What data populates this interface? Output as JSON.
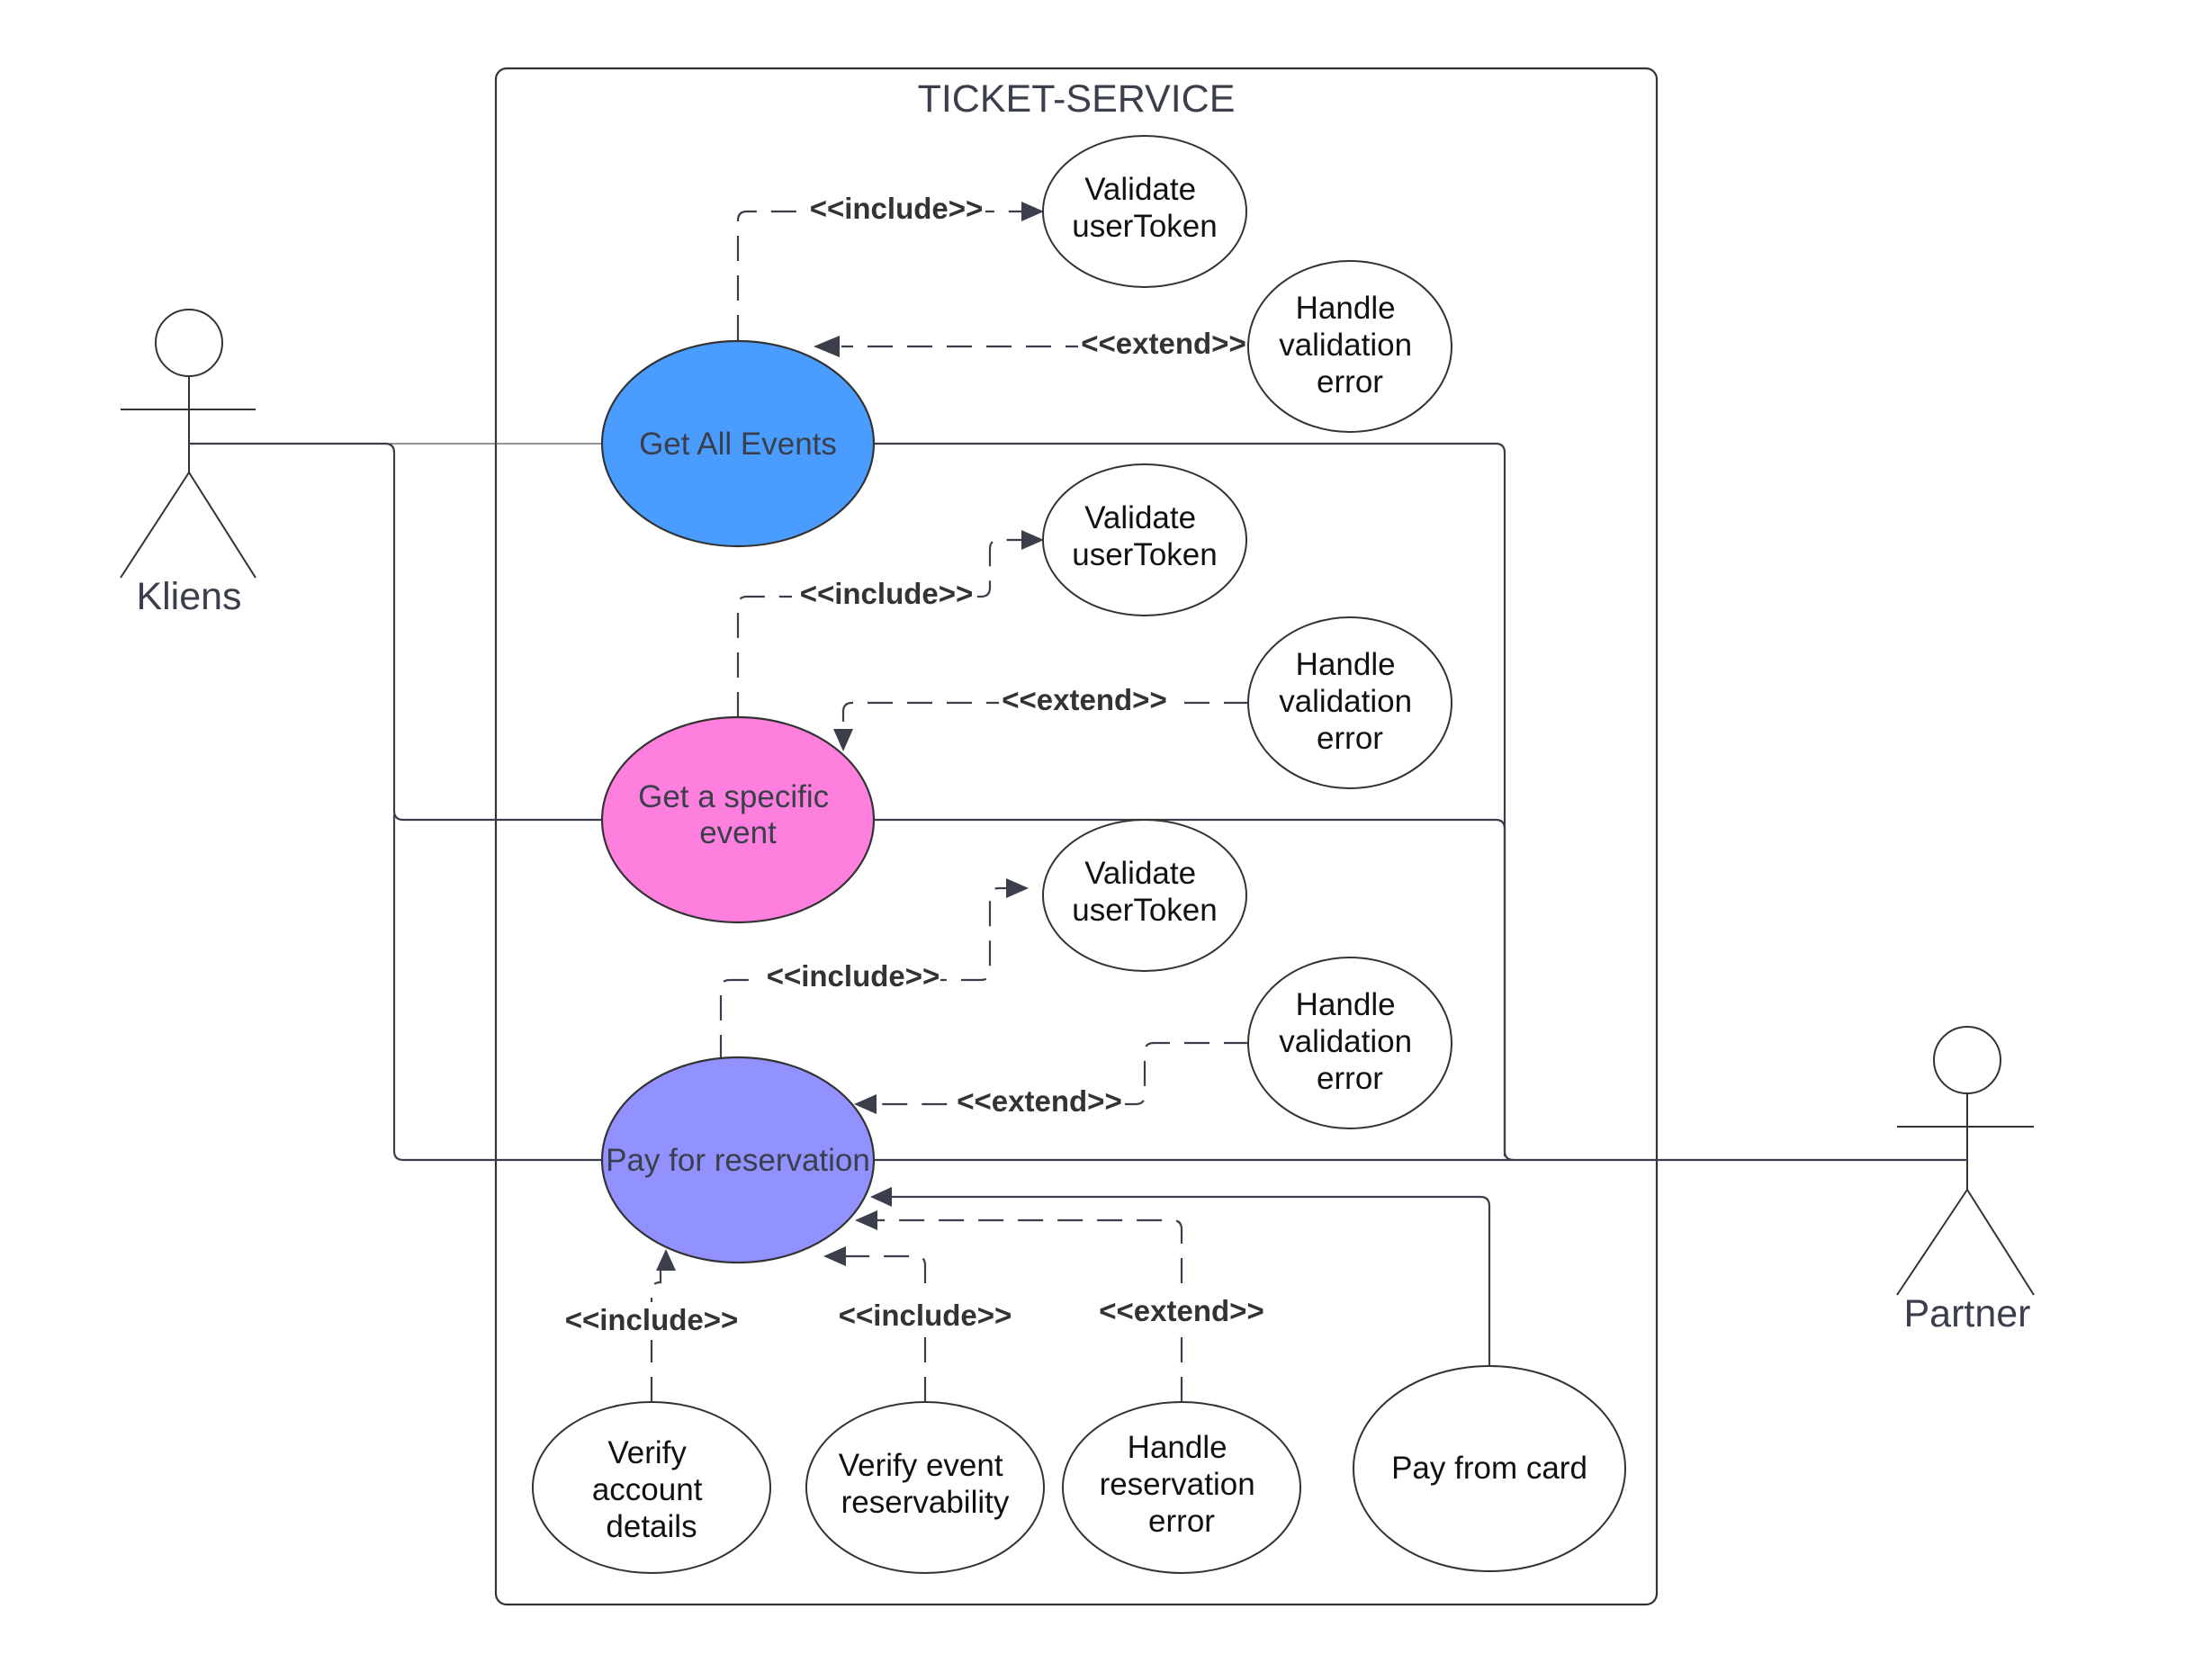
{
  "system": {
    "title": "TICKET-SERVICE"
  },
  "actors": {
    "left": "Kliens",
    "right": "Partner"
  },
  "colors": {
    "get_all_events": "#4a9dff",
    "get_specific_event": "#ff7fdf",
    "pay_for_reservation": "#9191ff"
  },
  "use_cases": {
    "get_all_events": "Get All Events",
    "get_specific_event": [
      "Get a specific",
      "event"
    ],
    "pay_for_reservation": "Pay for reservation",
    "validate_token_1": [
      "Validate",
      "userToken"
    ],
    "validate_token_2": [
      "Validate",
      "userToken"
    ],
    "validate_token_3": [
      "Validate",
      "userToken"
    ],
    "handle_validation_error_1": [
      "Handle",
      "validation",
      "error"
    ],
    "handle_validation_error_2": [
      "Handle",
      "validation",
      "error"
    ],
    "handle_validation_error_3": [
      "Handle",
      "validation",
      "error"
    ],
    "verify_account_details": [
      "Verify",
      "account",
      "details"
    ],
    "verify_event_reservability": [
      "Verify event",
      "reservability"
    ],
    "handle_reservation_error": [
      "Handle",
      "reservation",
      "error"
    ],
    "pay_from_card": "Pay from card"
  },
  "relations": {
    "include": "<<include>>",
    "extend": "<<extend>>"
  }
}
